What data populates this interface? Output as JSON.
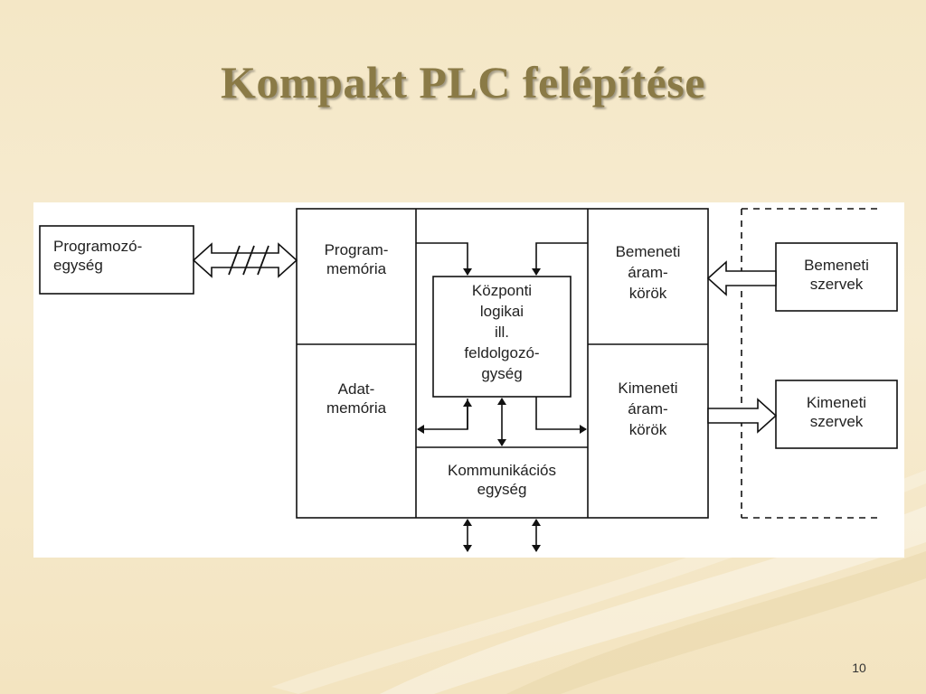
{
  "slide": {
    "title": "Kompakt PLC felépítése",
    "page_number": "10"
  },
  "diagram": {
    "programozo": [
      "Programozó-",
      "egység"
    ],
    "program_memoria": [
      "Program-",
      "memória"
    ],
    "adat_memoria": [
      "Adat-",
      "memória"
    ],
    "kozponti": [
      "Központi",
      "logikai",
      "ill.",
      "feldolgozó-",
      "gység"
    ],
    "kommunikacios": [
      "Kommunikációs",
      "egység"
    ],
    "bemeneti_aramkorok": [
      "Bemeneti",
      "áram-",
      "körök"
    ],
    "kimeneti_aramkorok": [
      "Kimeneti",
      "áram-",
      "körök"
    ],
    "bemeneti_szervek": [
      "Bemeneti",
      "szervek"
    ],
    "kimeneti_szervek": [
      "Kimeneti",
      "szervek"
    ]
  }
}
